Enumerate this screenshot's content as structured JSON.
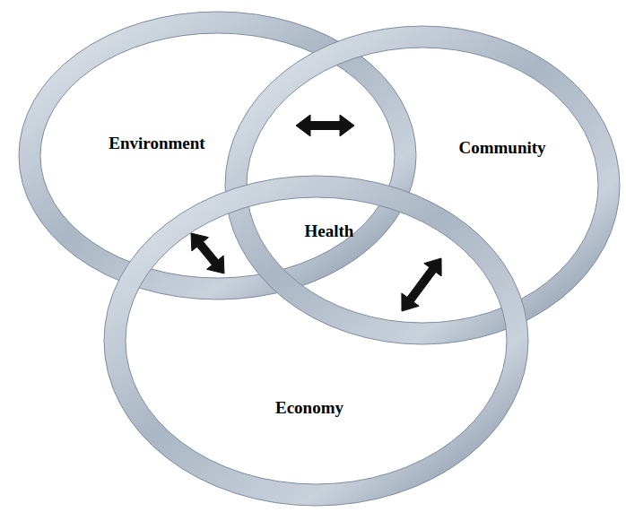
{
  "diagram": {
    "nodes": [
      {
        "text": [
          "Environment"
        ]
      },
      {
        "text": [
          "Community"
        ]
      },
      {
        "text": [
          "Economy"
        ]
      }
    ],
    "edges": [
      {
        "from": 0,
        "to": 1,
        "arrow": "both"
      },
      {
        "from": 0,
        "to": 2,
        "arrow": "both"
      },
      {
        "from": 1,
        "to": 2,
        "arrow": "both"
      }
    ],
    "labels": [
      "Health"
    ]
  }
}
